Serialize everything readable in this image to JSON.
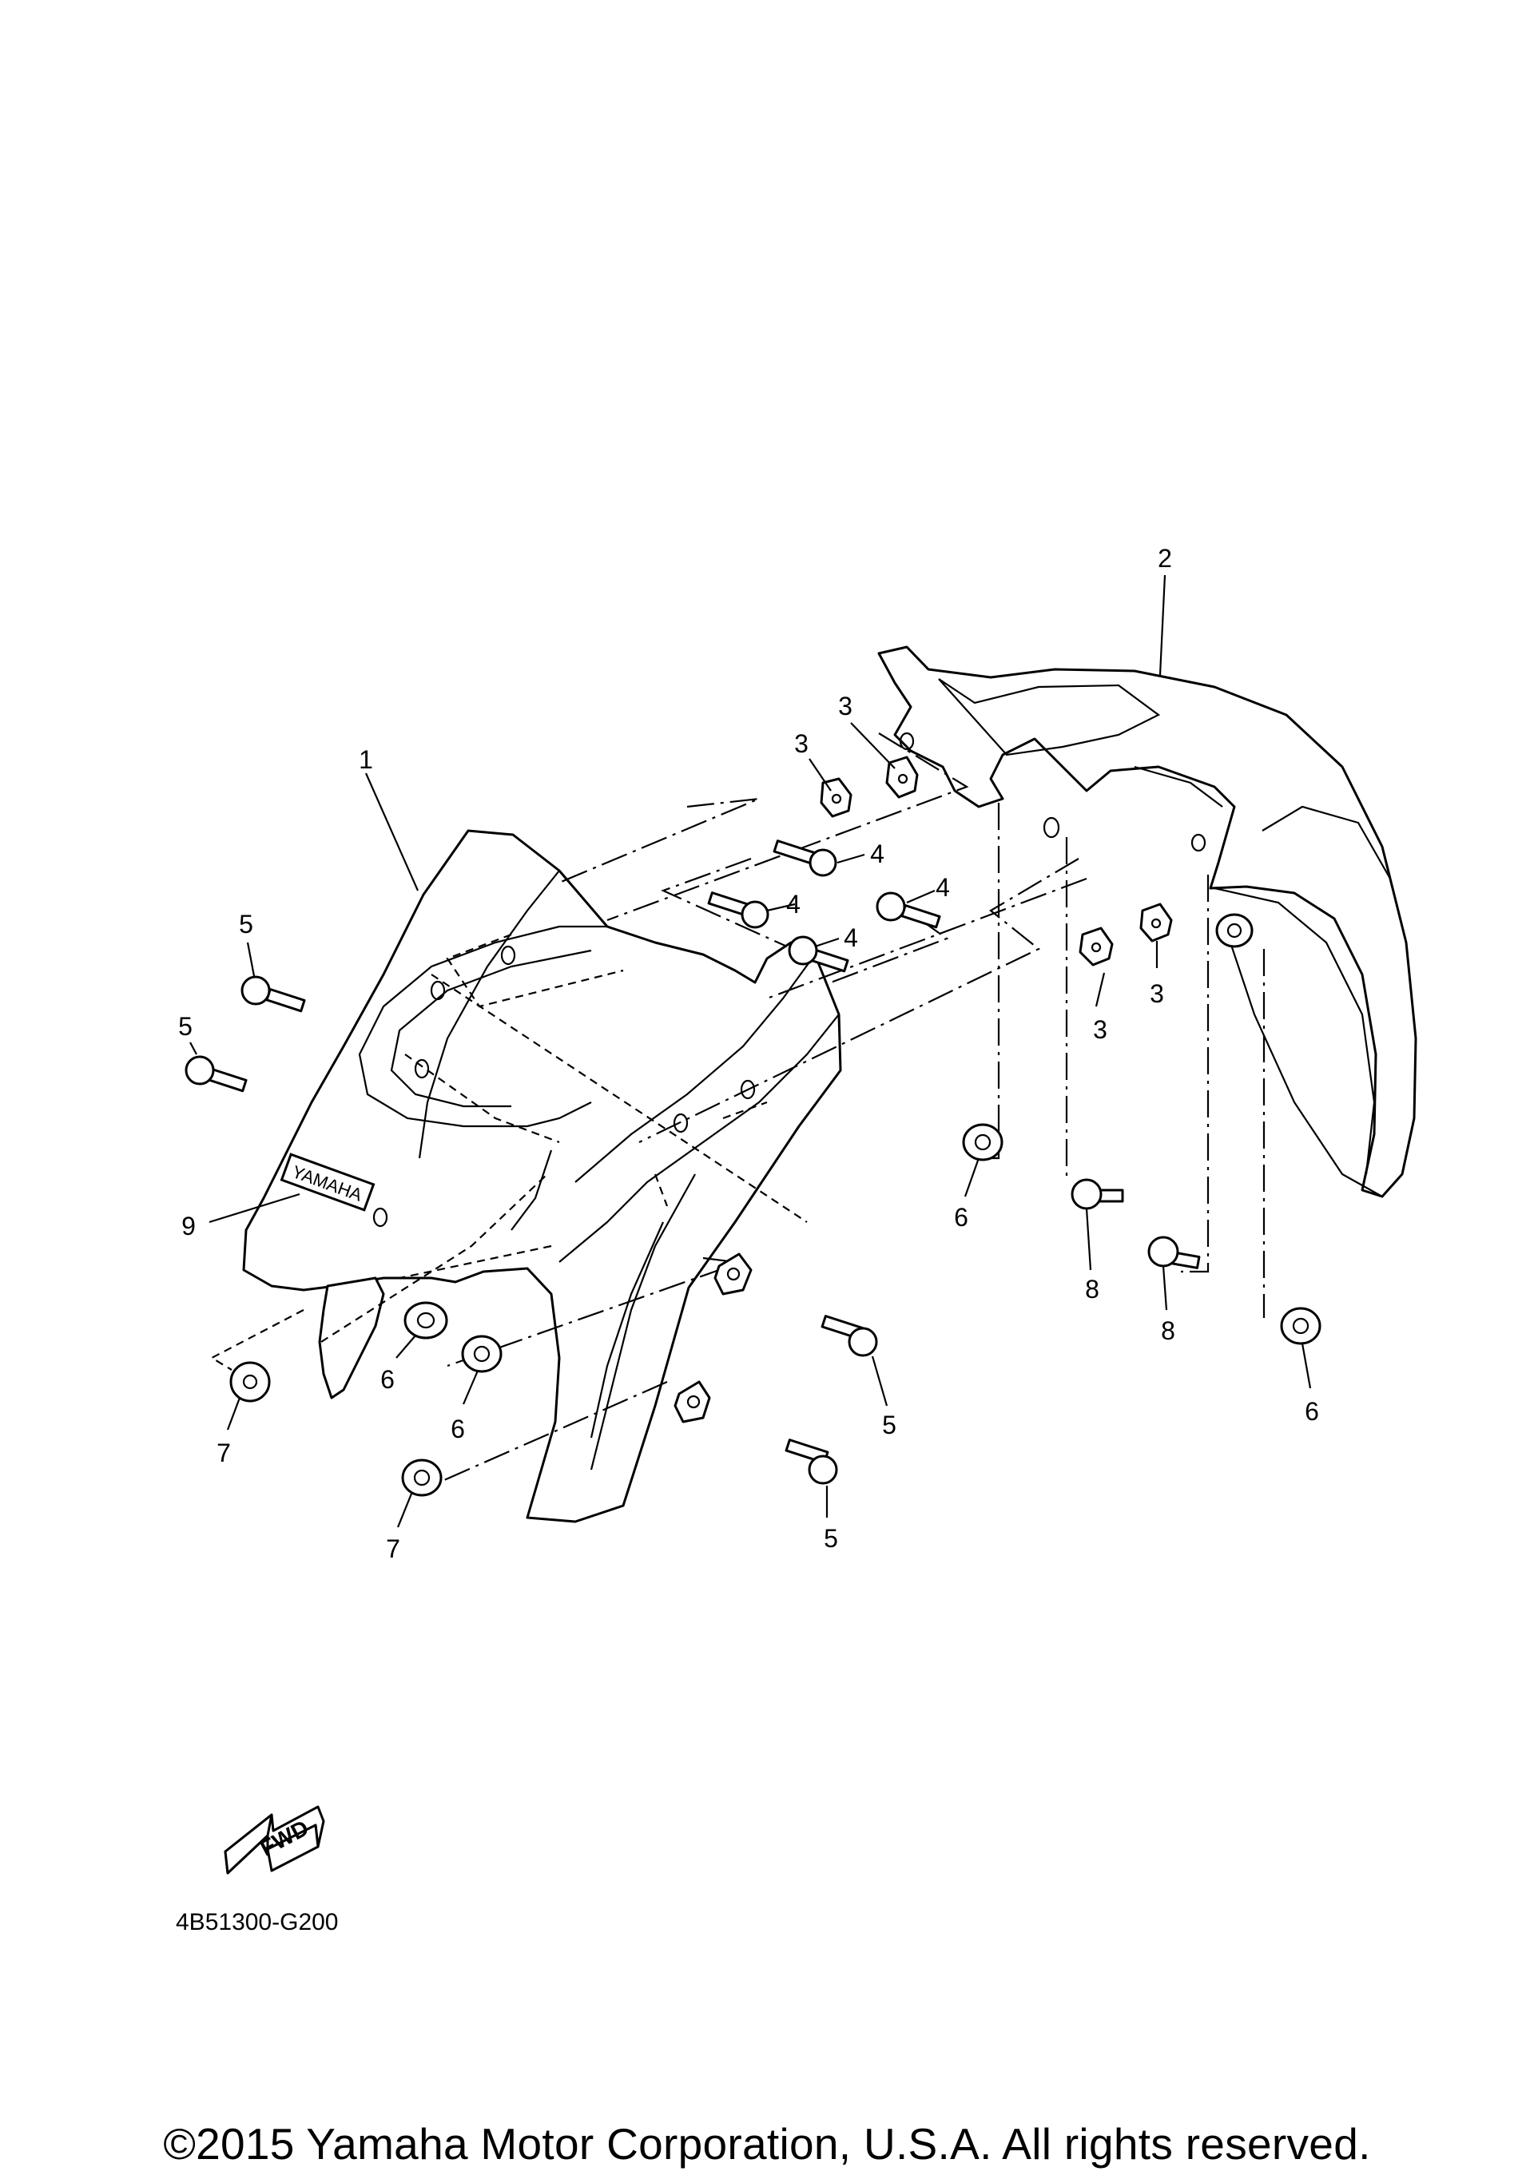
{
  "callouts": {
    "c1": "1",
    "c2": "2",
    "c3a": "3",
    "c3b": "3",
    "c3c": "3",
    "c3d": "3",
    "c4a": "4",
    "c4b": "4",
    "c4c": "4",
    "c4d": "4",
    "c5a": "5",
    "c5b": "5",
    "c5c": "5",
    "c5d": "5",
    "c6a": "6",
    "c6b": "6",
    "c6c": "6",
    "c6d": "6",
    "c7a": "7",
    "c7b": "7",
    "c8a": "8",
    "c8b": "8",
    "c9": "9"
  },
  "emblem_text": "YAMAHA",
  "fwd_arrow_text": "FWD",
  "diagram_code": "4B51300-G200",
  "copyright": "©2015 Yamaha Motor Corporation, U.S.A. All rights reserved."
}
